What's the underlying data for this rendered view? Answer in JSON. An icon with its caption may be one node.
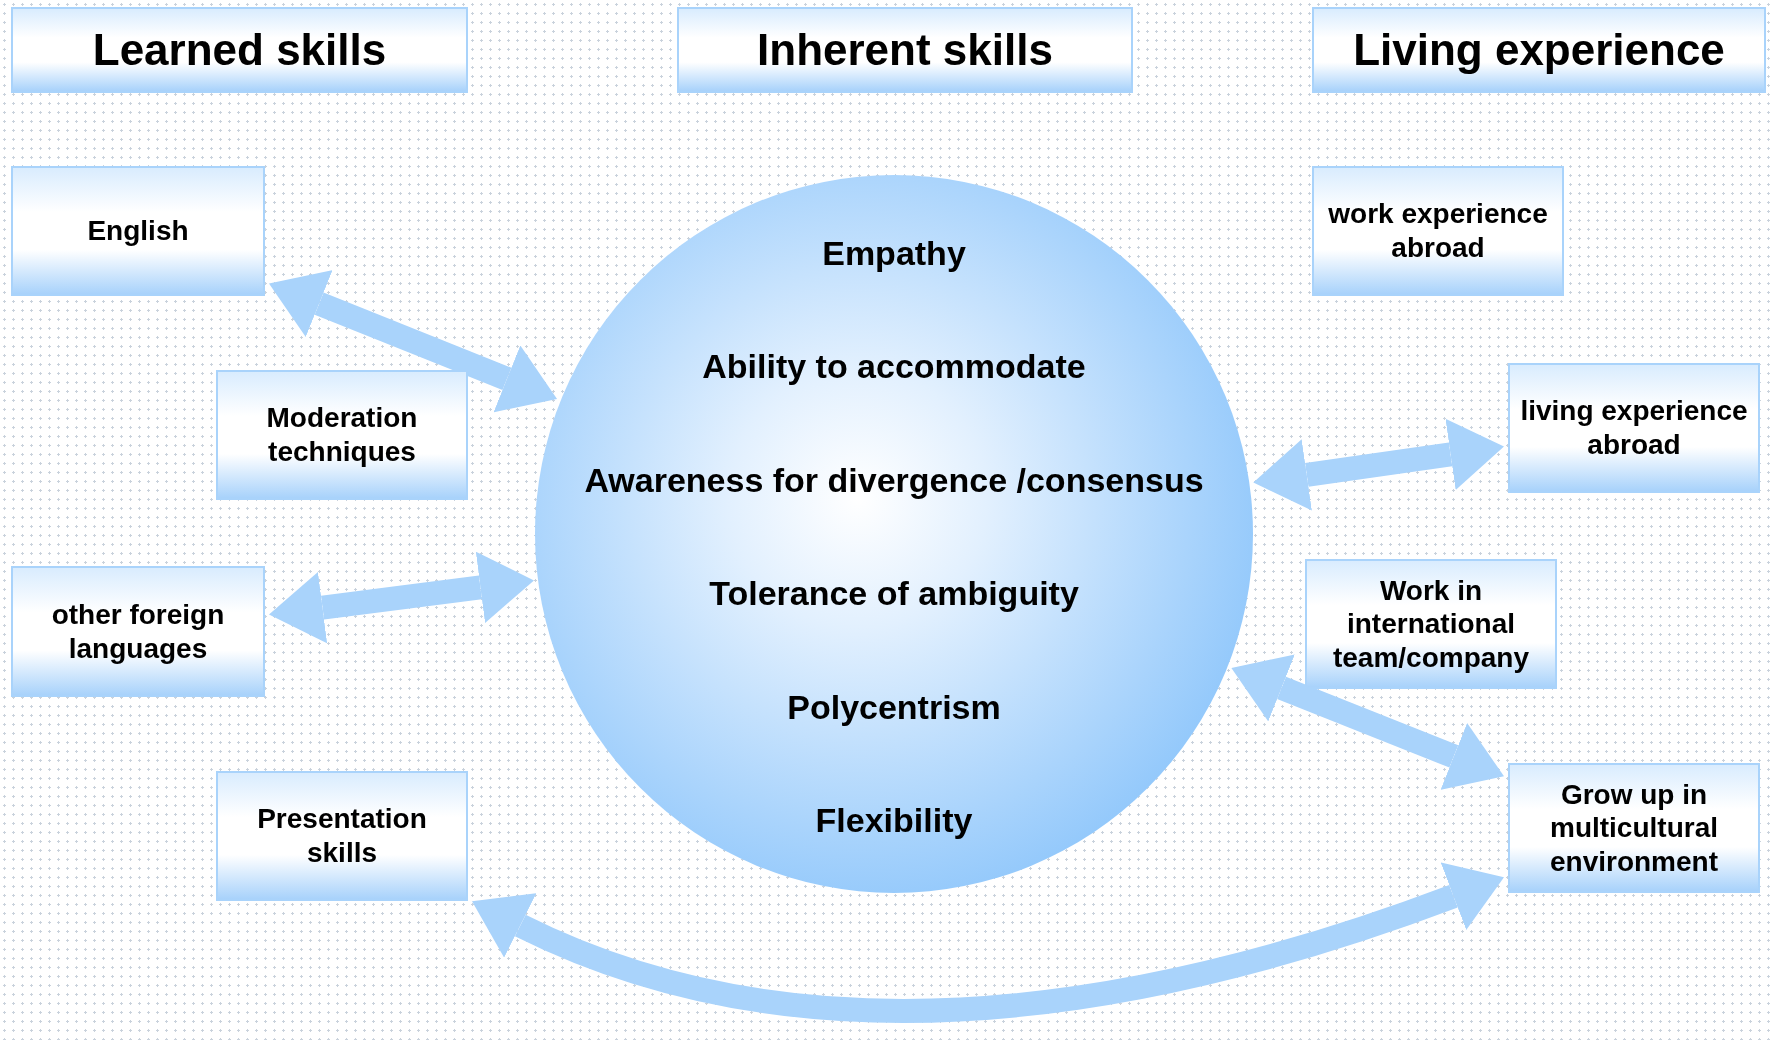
{
  "diagram": {
    "nodes": [
      {
        "text": [
          "Learned skills"
        ]
      },
      {
        "text": [
          "Inherent skills"
        ]
      },
      {
        "text": [
          "Living experience"
        ]
      },
      {
        "text": [
          "English"
        ]
      },
      {
        "text": [
          "Moderation techniques"
        ]
      },
      {
        "text": [
          "other foreign languages"
        ]
      },
      {
        "text": [
          "Presentation skills"
        ]
      },
      {
        "text": [
          "Empathy",
          "Ability to accommodate",
          "Awareness for divergence /consensus",
          "Tolerance of ambiguity",
          "Polycentrism",
          "Flexibility"
        ]
      },
      {
        "text": [
          "work experience abroad"
        ]
      },
      {
        "text": [
          "living experience abroad"
        ]
      },
      {
        "text": [
          "Work in international team/company"
        ]
      },
      {
        "text": [
          "Grow up in multicultural environment"
        ]
      }
    ],
    "edges": [
      {
        "from": 3,
        "to": 7,
        "arrow": "both"
      },
      {
        "from": 5,
        "to": 7,
        "arrow": "both"
      },
      {
        "from": 7,
        "to": 9,
        "arrow": "both"
      },
      {
        "from": 7,
        "to": 11,
        "arrow": "both"
      },
      {
        "from": 6,
        "to": 11,
        "arrow": "both"
      }
    ]
  }
}
